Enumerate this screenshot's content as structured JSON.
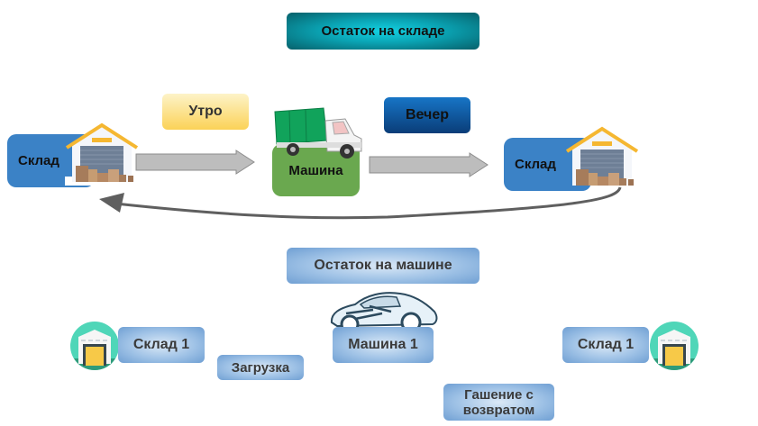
{
  "top": {
    "title": "Остаток на складе",
    "morning": "Утро",
    "evening": "Вечер",
    "warehouse_left": "Склад",
    "vehicle": "Машина",
    "warehouse_right": "Склад"
  },
  "bottom": {
    "title": "Остаток на машине",
    "vehicle": "Машина 1",
    "warehouse_left": "Склад 1",
    "warehouse_right": "Склад 1",
    "loading": "Загрузка",
    "return": "Гашение с возвратом"
  },
  "colors": {
    "teal": "#0aa3b3",
    "warehouse_blue": "#3b82c6",
    "vehicle_green": "#6aa84f",
    "morning_yellow": "#fbd257",
    "evening_blue": "#0a3d78",
    "arrow_gray": "#bdbdbd",
    "return_arrow": "#5f5f5f"
  }
}
